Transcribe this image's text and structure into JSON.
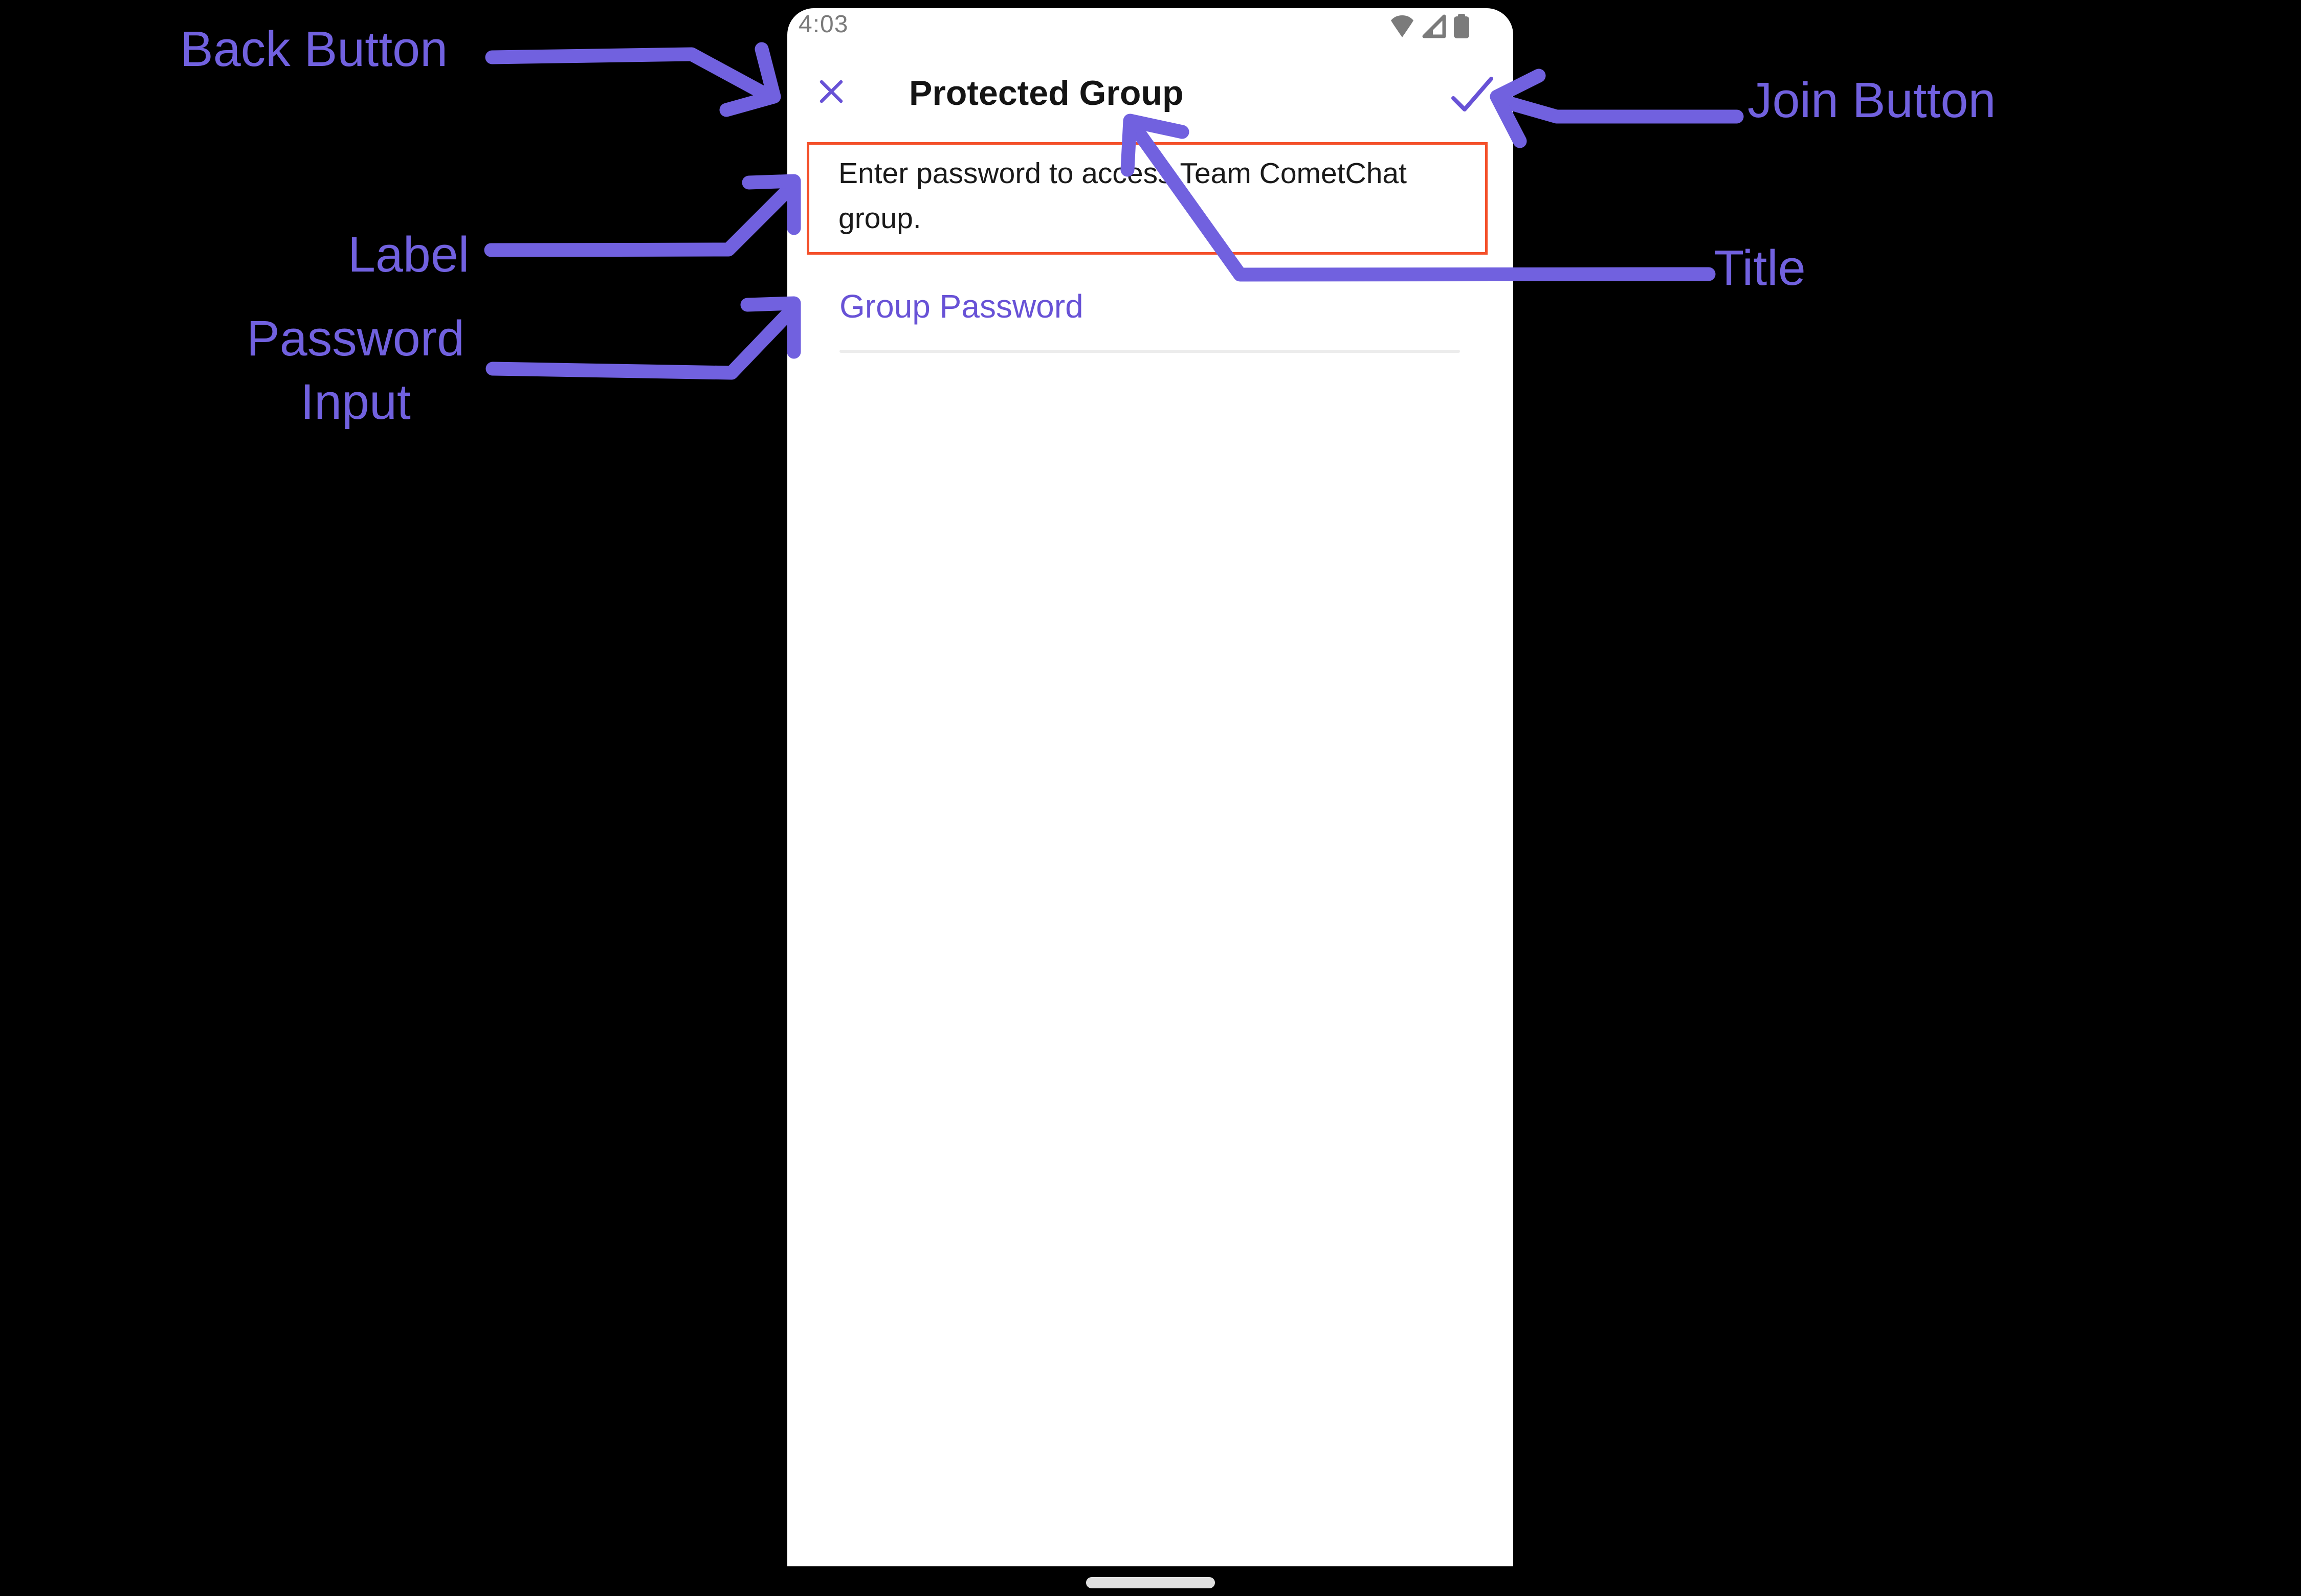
{
  "annotations": {
    "back_button_label": "Back Button",
    "join_button_label": "Join Button",
    "label_label": "Label",
    "title_label": "Title",
    "password_input_label": "Password\nInput",
    "annotation_color": "#7161DF",
    "highlight_border_color": "#F4502A"
  },
  "phone": {
    "status_bar": {
      "time": "4:03",
      "icons": [
        "wifi-icon",
        "cellular-signal-icon",
        "battery-icon"
      ]
    },
    "header": {
      "close_icon": "close-icon",
      "title": "Protected Group",
      "confirm_icon": "check-icon"
    },
    "form": {
      "description": "Enter password to access Team CometChat\ngroup.",
      "password_field": {
        "placeholder": "Group Password",
        "value": ""
      }
    },
    "colors": {
      "accent": "#6852D6",
      "status_gray": "#7b7b7b",
      "underline": "#ececec"
    }
  }
}
